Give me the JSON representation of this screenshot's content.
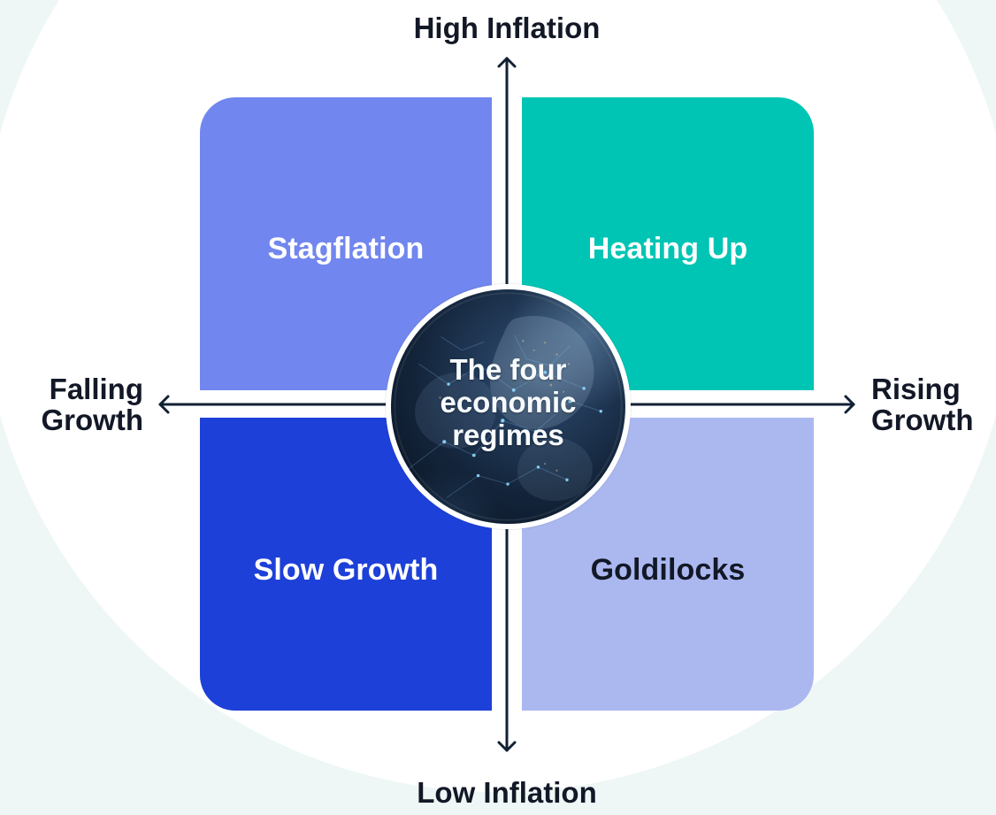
{
  "colors": {
    "page_bg": "#eef7f6",
    "outer_circle": "#ffffff",
    "stagflation": "#7186ee",
    "heating_up": "#00c5b4",
    "slow_growth": "#1d40d8",
    "goldilocks": "#abb8f0",
    "axis": "#112033",
    "label_dark": "#121826",
    "label_light": "#ffffff"
  },
  "axes": {
    "top": "High Inflation",
    "bottom": "Low Inflation",
    "left": [
      "Falling",
      "Growth"
    ],
    "right": [
      "Rising",
      "Growth"
    ]
  },
  "quadrants": {
    "top_left": {
      "label": "Stagflation"
    },
    "top_right": {
      "label": "Heating Up"
    },
    "bottom_left": {
      "label": "Slow Growth"
    },
    "bottom_right": {
      "label": "Goldilocks"
    }
  },
  "center": {
    "lines": [
      "The four",
      "economic",
      "regimes"
    ],
    "image": "earth-globe"
  }
}
